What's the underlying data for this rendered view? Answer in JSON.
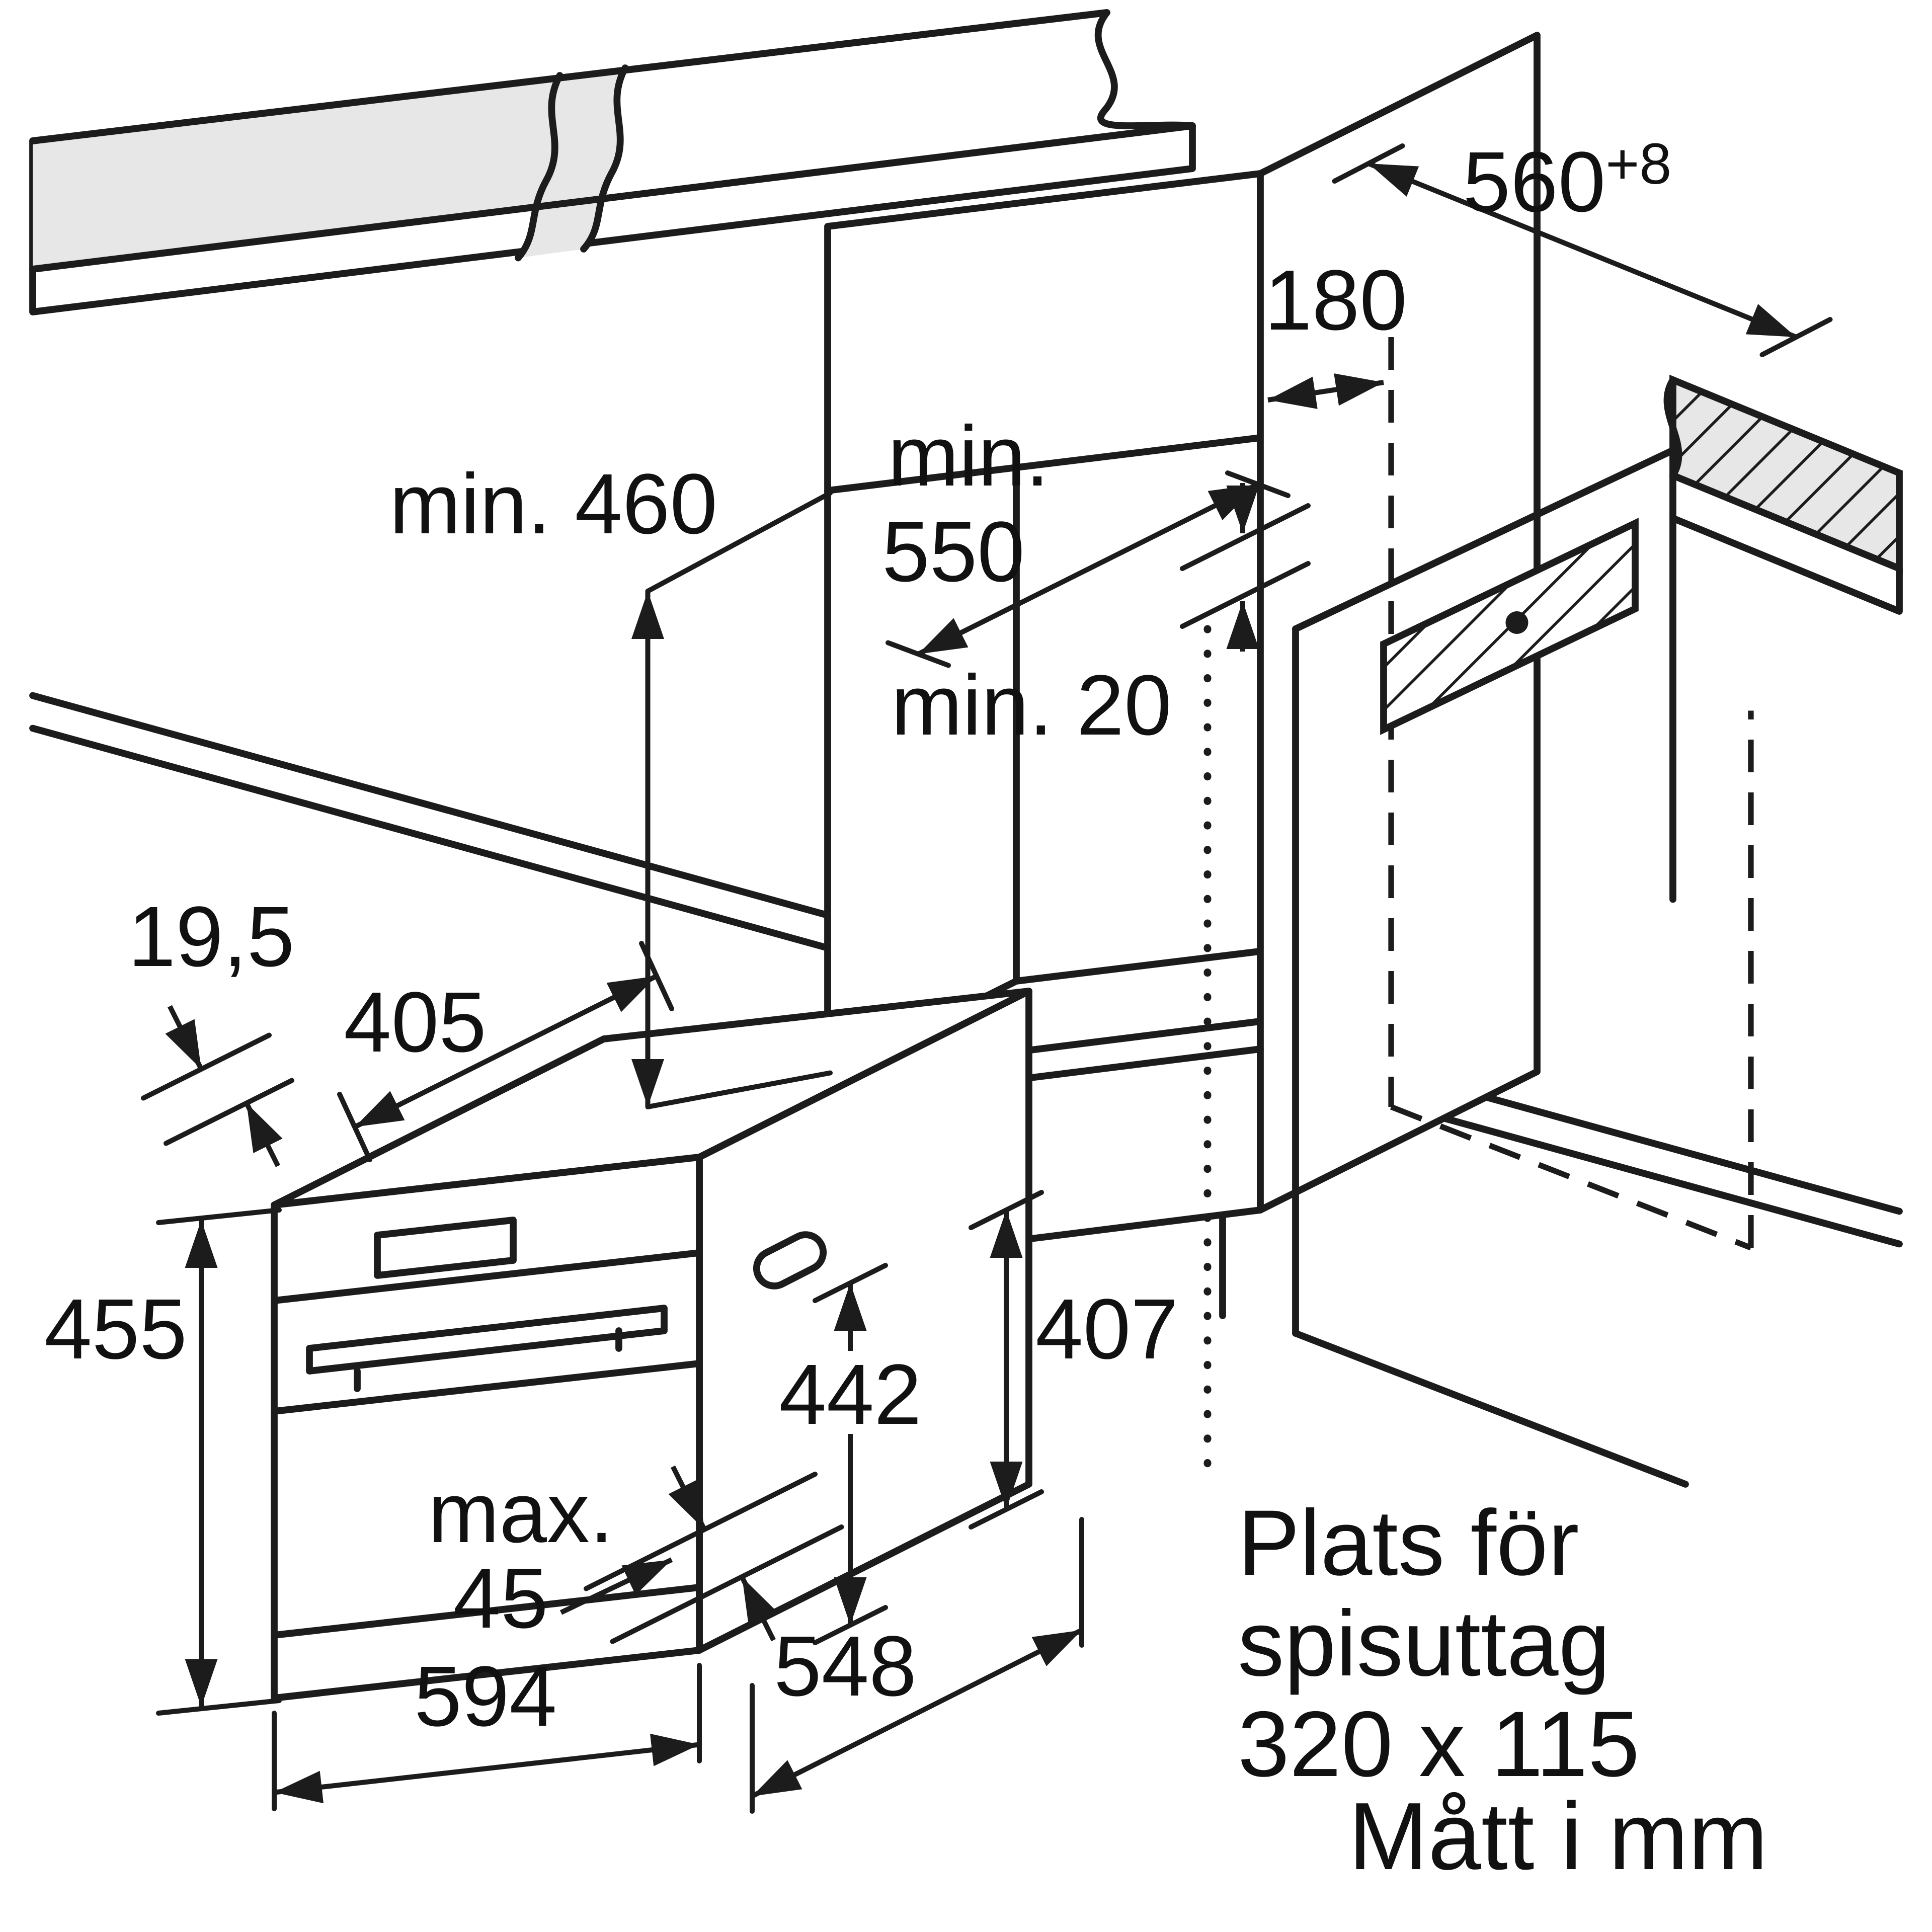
{
  "diagram": {
    "type": "appliance-installation-drawing",
    "colors": {
      "line": "#1c1c1c",
      "surface_gray": "#e7e7e7",
      "background": "#ffffff",
      "text": "#111111"
    }
  },
  "labels": {
    "niche_height": "min. 460",
    "niche_depth_1": "min.",
    "niche_depth_2": "550",
    "clearance_side": "180",
    "niche_width": "560",
    "niche_width_sup": "+8",
    "clearance_rear": "min. 20",
    "overhang": "19,5",
    "depth_top": "405",
    "height_front": "455",
    "height_body": "442",
    "height_rear": "407",
    "door_1": "max.",
    "door_2": "45",
    "width_front": "594",
    "depth_rear": "548",
    "socket_1": "Plats för",
    "socket_2": "spisuttag",
    "socket_3": "320 x 115",
    "units": "Mått i mm"
  }
}
